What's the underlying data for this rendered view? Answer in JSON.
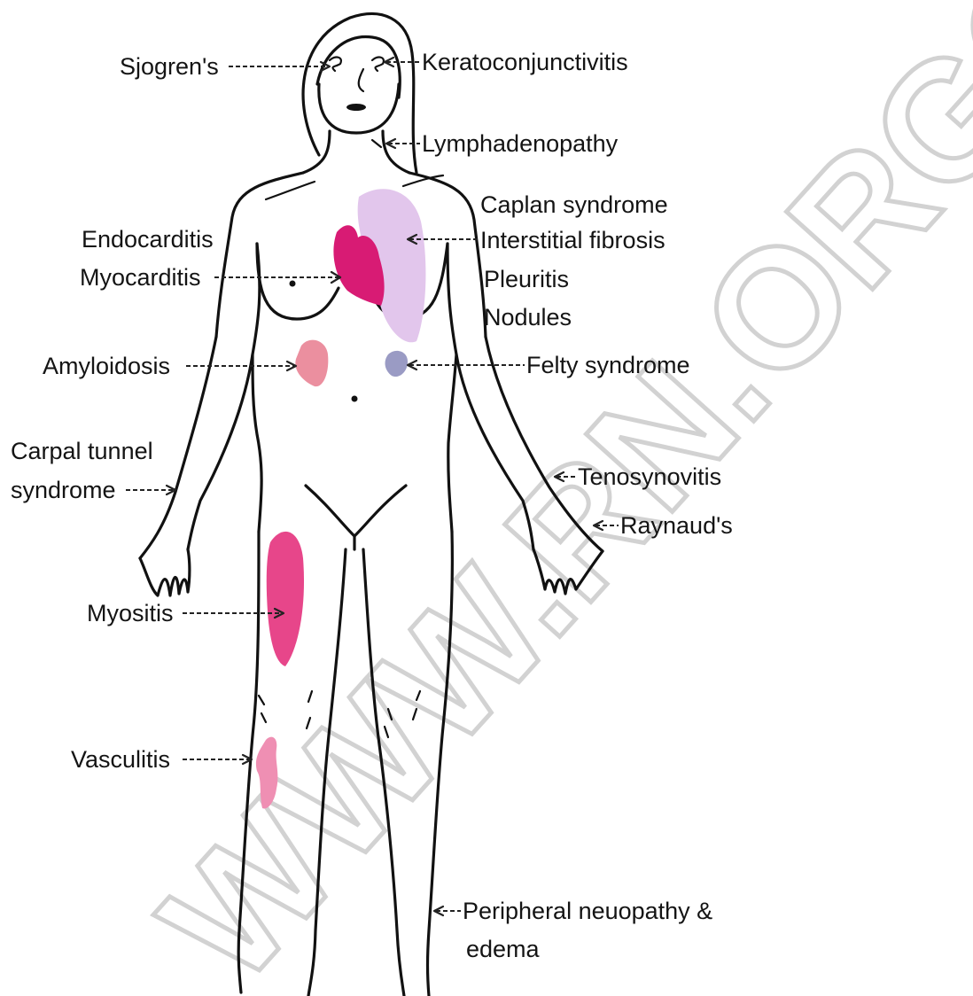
{
  "watermark": "WWW.RN.ORG®",
  "labels": {
    "sjogrens": "Sjogren's",
    "keratoconjunctivitis": "Keratoconjunctivitis",
    "lymphadenopathy": "Lymphadenopathy",
    "caplan": "Caplan syndrome",
    "interstitial": "Interstitial fibrosis",
    "pleuritis": "Pleuritis",
    "nodules": "Nodules",
    "endocarditis": "Endocarditis",
    "myocarditis": "Myocarditis",
    "amyloidosis": "Amyloidosis",
    "felty": "Felty syndrome",
    "carpal_line1": "Carpal tunnel",
    "carpal_line2": "syndrome",
    "tenosynovitis": "Tenosynovitis",
    "raynauds": "Raynaud's",
    "myositis": "Myositis",
    "vasculitis": "Vasculitis",
    "peripheral_line1": "Peripheral neuopathy &",
    "peripheral_line2": "edema"
  },
  "colors": {
    "lung": "#e2c6ec",
    "heart": "#d81b74",
    "kidney": "#eb8f9f",
    "spleen": "#9a9bc4",
    "muscle": "#e7468a",
    "vessel": "#ef8fb3"
  }
}
